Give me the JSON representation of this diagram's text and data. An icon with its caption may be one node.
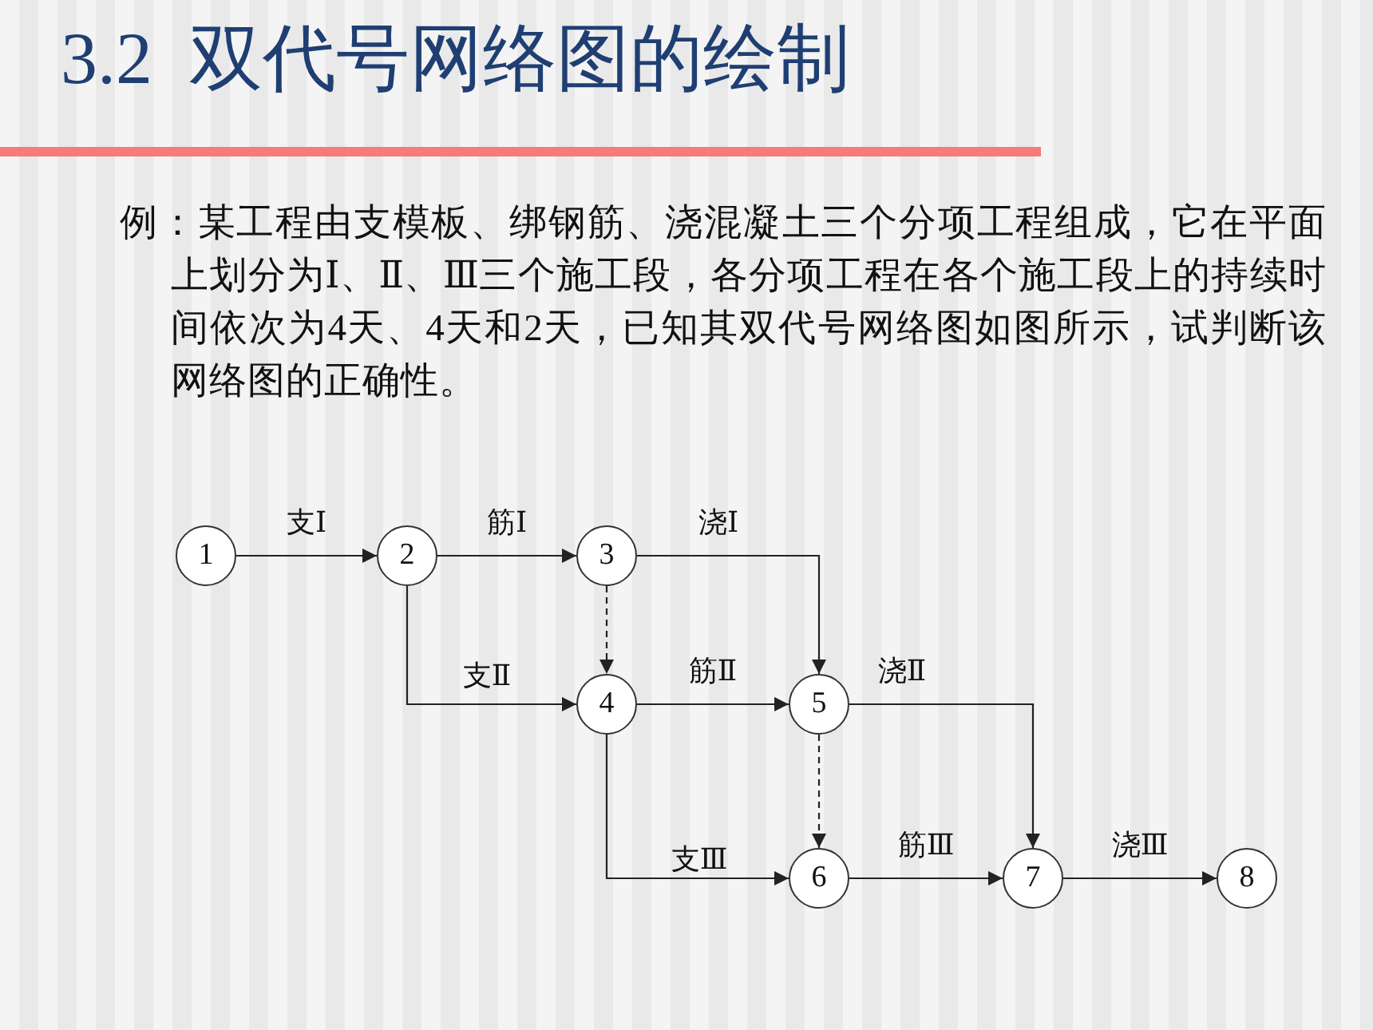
{
  "diagram": {
    "title": "3.2  双代号网络图的绘制",
    "nodes": [
      {
        "text": [
          "1"
        ]
      },
      {
        "text": [
          "2"
        ]
      },
      {
        "text": [
          "3"
        ]
      },
      {
        "text": [
          "4"
        ]
      },
      {
        "text": [
          "5"
        ]
      },
      {
        "text": [
          "6"
        ]
      },
      {
        "text": [
          "7"
        ]
      },
      {
        "text": [
          "8"
        ]
      }
    ],
    "edges": [
      {
        "from": 0,
        "to": 1,
        "arrow": "to",
        "label": "支Ⅰ"
      },
      {
        "from": 1,
        "to": 2,
        "arrow": "to",
        "label": "筋Ⅰ"
      },
      {
        "from": 2,
        "to": 4,
        "arrow": "to",
        "label": "浇Ⅰ"
      },
      {
        "from": 2,
        "to": 3,
        "arrow": "to",
        "style": "dashed"
      },
      {
        "from": 1,
        "to": 3,
        "arrow": "to",
        "label": "支Ⅱ"
      },
      {
        "from": 3,
        "to": 4,
        "arrow": "to",
        "label": "筋Ⅱ"
      },
      {
        "from": 4,
        "to": 6,
        "arrow": "to",
        "label": "浇Ⅱ"
      },
      {
        "from": 4,
        "to": 5,
        "arrow": "to",
        "style": "dashed"
      },
      {
        "from": 3,
        "to": 5,
        "arrow": "to",
        "label": "支Ⅲ"
      },
      {
        "from": 5,
        "to": 6,
        "arrow": "to",
        "label": "筋Ⅲ"
      },
      {
        "from": 6,
        "to": 7,
        "arrow": "to",
        "label": "浇Ⅲ"
      }
    ],
    "labels": [
      "例：某工程由支模板、绑钢筋、浇混凝土三个分项工程组成，它在平面上划分为Ⅰ、Ⅱ、Ⅲ三个施工段，各分项工程在各个施工段上的持续时间依次为4天、4天和2天，已知其双代号网络图如图所示，试判断该网络图的正确性。"
    ]
  }
}
